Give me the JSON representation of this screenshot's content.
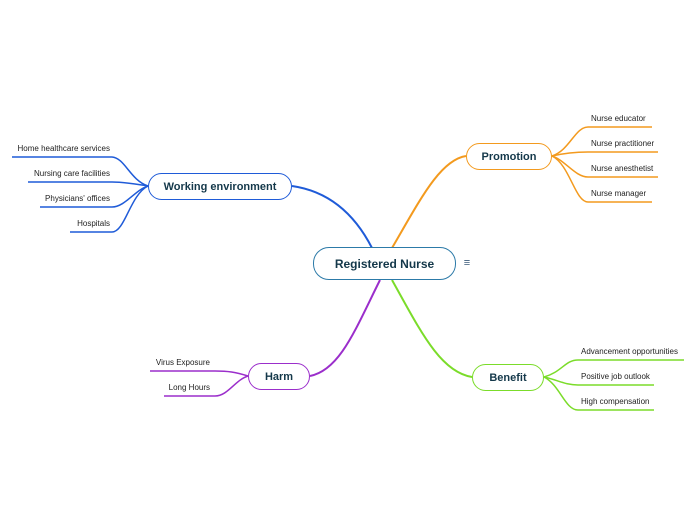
{
  "central": {
    "label": "Registered Nurse",
    "icon": "notes-icon"
  },
  "branches": {
    "working_environment": {
      "label": "Working environment",
      "color": "#1f5bd8",
      "leaves": [
        "Home healthcare services",
        "Nursing care facilities",
        "Physicians' offices",
        "Hospitals"
      ]
    },
    "promotion": {
      "label": "Promotion",
      "color": "#f39a1e",
      "leaves": [
        "Nurse educator",
        "Nurse practitioner",
        "Nurse anesthetist",
        "Nurse manager"
      ]
    },
    "harm": {
      "label": "Harm",
      "color": "#9b2ecb",
      "leaves": [
        "Virus Exposure",
        "Long Hours"
      ]
    },
    "benefit": {
      "label": "Benefit",
      "color": "#7bdc2a",
      "leaves": [
        "Advancement opportunities",
        "Positive job outlook",
        "High compensation"
      ]
    }
  },
  "colors": {
    "central_border": "#2c7aa8"
  }
}
